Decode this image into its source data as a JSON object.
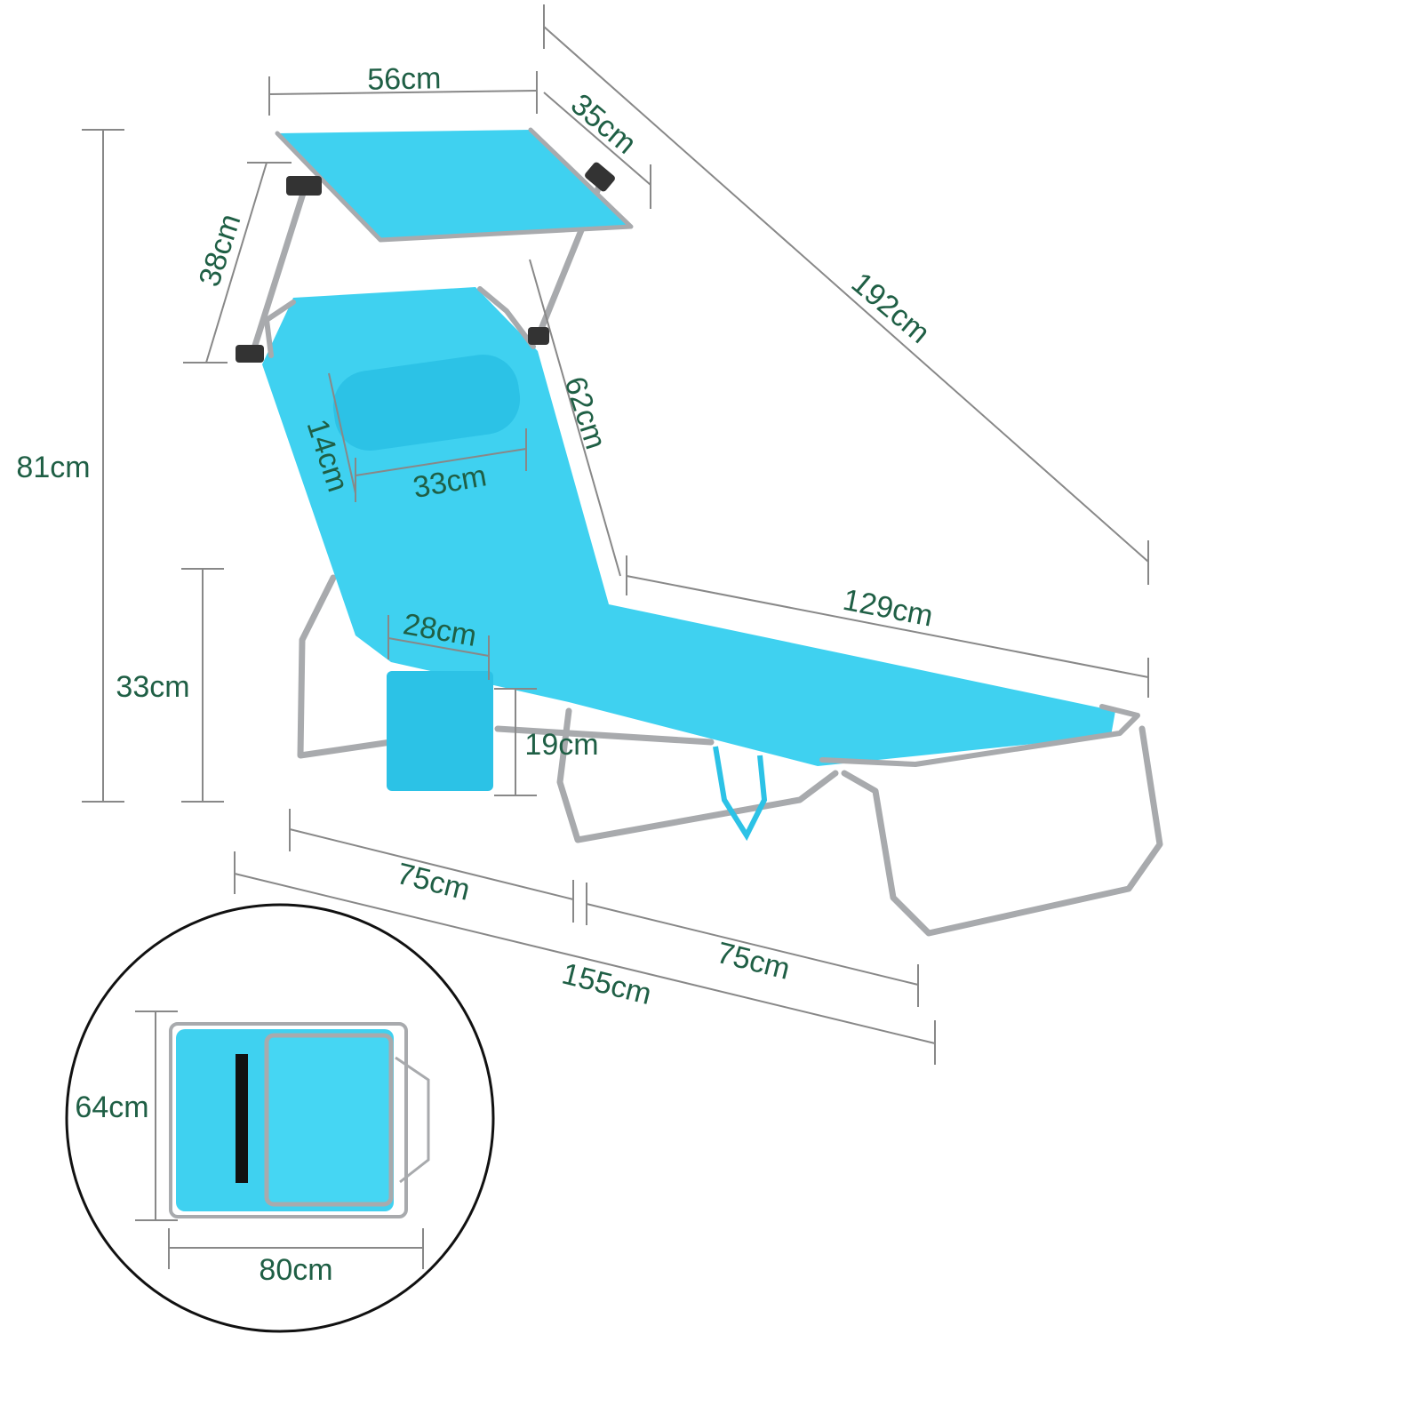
{
  "colors": {
    "fabric": "#3fd1f0",
    "frame": "#a8aaad",
    "label": "#1f5f45",
    "dimension_line": "#888888"
  },
  "dimensions": {
    "canopy_width": "56cm",
    "canopy_depth": "35cm",
    "total_length": "192cm",
    "canopy_height": "38cm",
    "backrest_length": "62cm",
    "pillow_height": "14cm",
    "pillow_width": "33cm",
    "total_height": "81cm",
    "seat_height": "33cm",
    "seat_length": "129cm",
    "pocket_width": "28cm",
    "pocket_height": "19cm",
    "frame_section_1": "75cm",
    "frame_section_2": "75cm",
    "frame_length": "155cm",
    "folded_height": "64cm",
    "folded_width": "80cm"
  }
}
